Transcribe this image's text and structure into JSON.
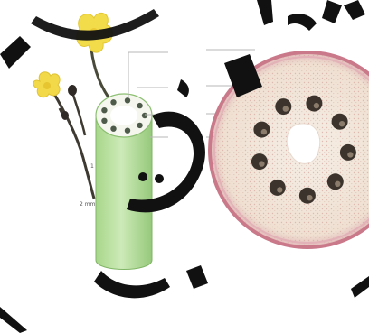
{
  "figure": {
    "left_panel": {
      "labels": [
        "1",
        "2 mm"
      ]
    },
    "right_panel": {
      "vascular_bundle_count": 9
    },
    "colors": {
      "flower": "#f3dc4a",
      "stem_green": "#a9d98f",
      "section_fill": "#f1e6d8",
      "section_rim": "#c9798a",
      "bundle": "#3b332c",
      "pith_hole": "#ffffff"
    },
    "watermark": {
      "present": true,
      "color": "#111111"
    }
  }
}
